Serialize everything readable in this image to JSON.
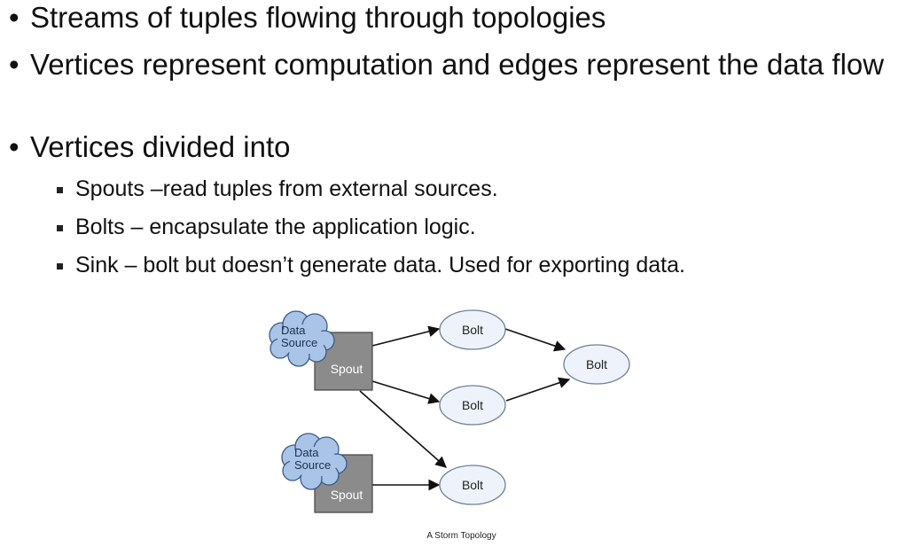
{
  "bullets": [
    "Streams of tuples flowing through topologies",
    "Vertices represent computation and edges represent the data flow",
    "Vertices divided into"
  ],
  "sub_bullets": [
    "Spouts –read tuples from external sources.",
    "Bolts – encapsulate the application logic.",
    "Sink – bolt but doesn’t generate data. Used for exporting data."
  ],
  "diagram": {
    "data_source_label_1": "Data",
    "data_source_label_2": "Source",
    "spout_label": "Spout",
    "bolt_label": "Bolt",
    "caption": "A Storm Topology",
    "colors": {
      "cloud_fill": "#a9c4e6",
      "cloud_stroke": "#3c5a86",
      "spout_fill": "#8b8b8b",
      "bolt_fill": "#eef3fb",
      "bolt_stroke": "#6f7f96"
    }
  }
}
